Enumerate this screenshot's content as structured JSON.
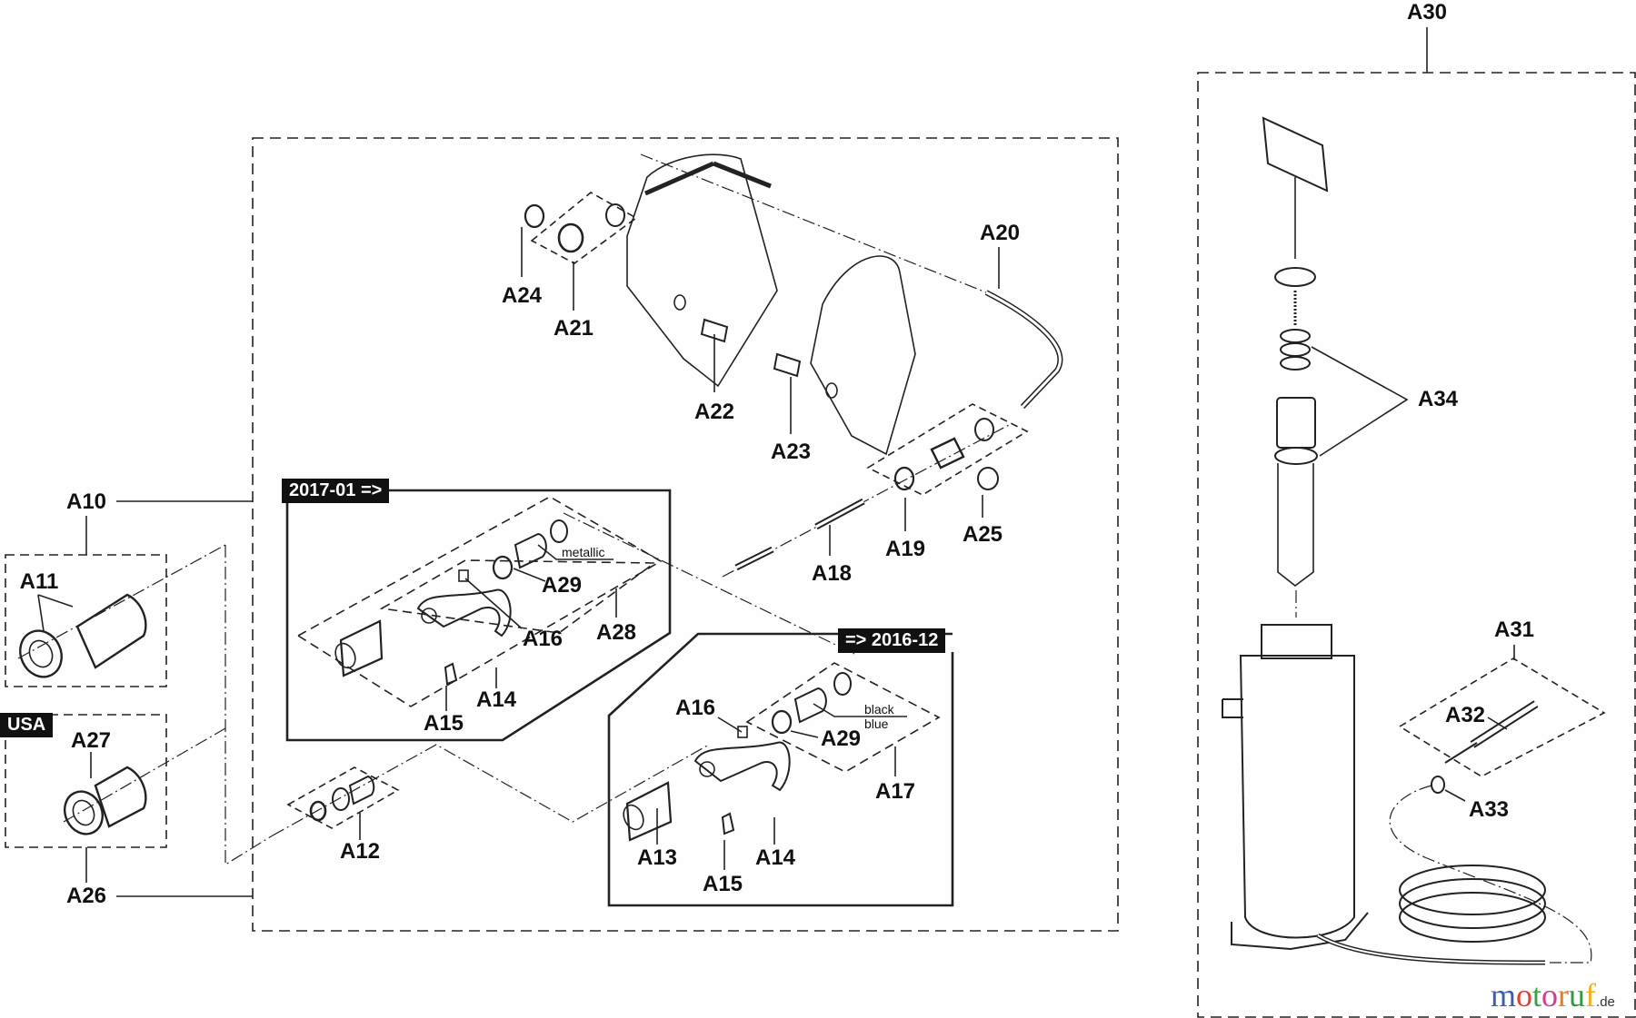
{
  "diagram": {
    "title": "Parts diagram – water supply / pressure tank assembly",
    "groups": [
      {
        "id": "A10",
        "contains": [
          "A11"
        ]
      },
      {
        "id": "A26",
        "contains": [
          "A27"
        ],
        "region": "USA"
      },
      {
        "id": "A30",
        "contains": [
          "A31",
          "A32",
          "A33",
          "A34"
        ]
      },
      {
        "id": "A31",
        "contains": [
          "A32"
        ]
      },
      {
        "id": "A28",
        "variant": "2017-01 =>"
      },
      {
        "id": "A17",
        "variant": "=> 2016-12"
      }
    ],
    "labels": {
      "A10": "A10",
      "A11": "A11",
      "A12": "A12",
      "A13": "A13",
      "A14_new": "A14",
      "A14_old": "A14",
      "A15_new": "A15",
      "A15_old": "A15",
      "A16_new": "A16",
      "A16_old": "A16",
      "A17": "A17",
      "A18": "A18",
      "A19": "A19",
      "A20": "A20",
      "A21": "A21",
      "A22": "A22",
      "A23": "A23",
      "A24": "A24",
      "A25": "A25",
      "A26": "A26",
      "A27": "A27",
      "A28": "A28",
      "A29_new": "A29",
      "A29_old": "A29",
      "A30": "A30",
      "A31": "A31",
      "A32": "A32",
      "A33": "A33",
      "A34": "A34"
    },
    "tags": {
      "usa": "USA",
      "new_variant": "2017-01 =>",
      "old_variant": "=> 2016-12"
    },
    "notes": {
      "metallic": "metallic",
      "black": "black",
      "blue": "blue"
    }
  },
  "brand": {
    "letters": [
      "m",
      "o",
      "t",
      "o",
      "r",
      "u",
      "f"
    ],
    "colors": [
      "#3b5fae",
      "#e0402e",
      "#3aa04a",
      "#d23b8f",
      "#ef7a1f",
      "#2f9a3e",
      "#f2b01e"
    ],
    "tld": ".de"
  }
}
